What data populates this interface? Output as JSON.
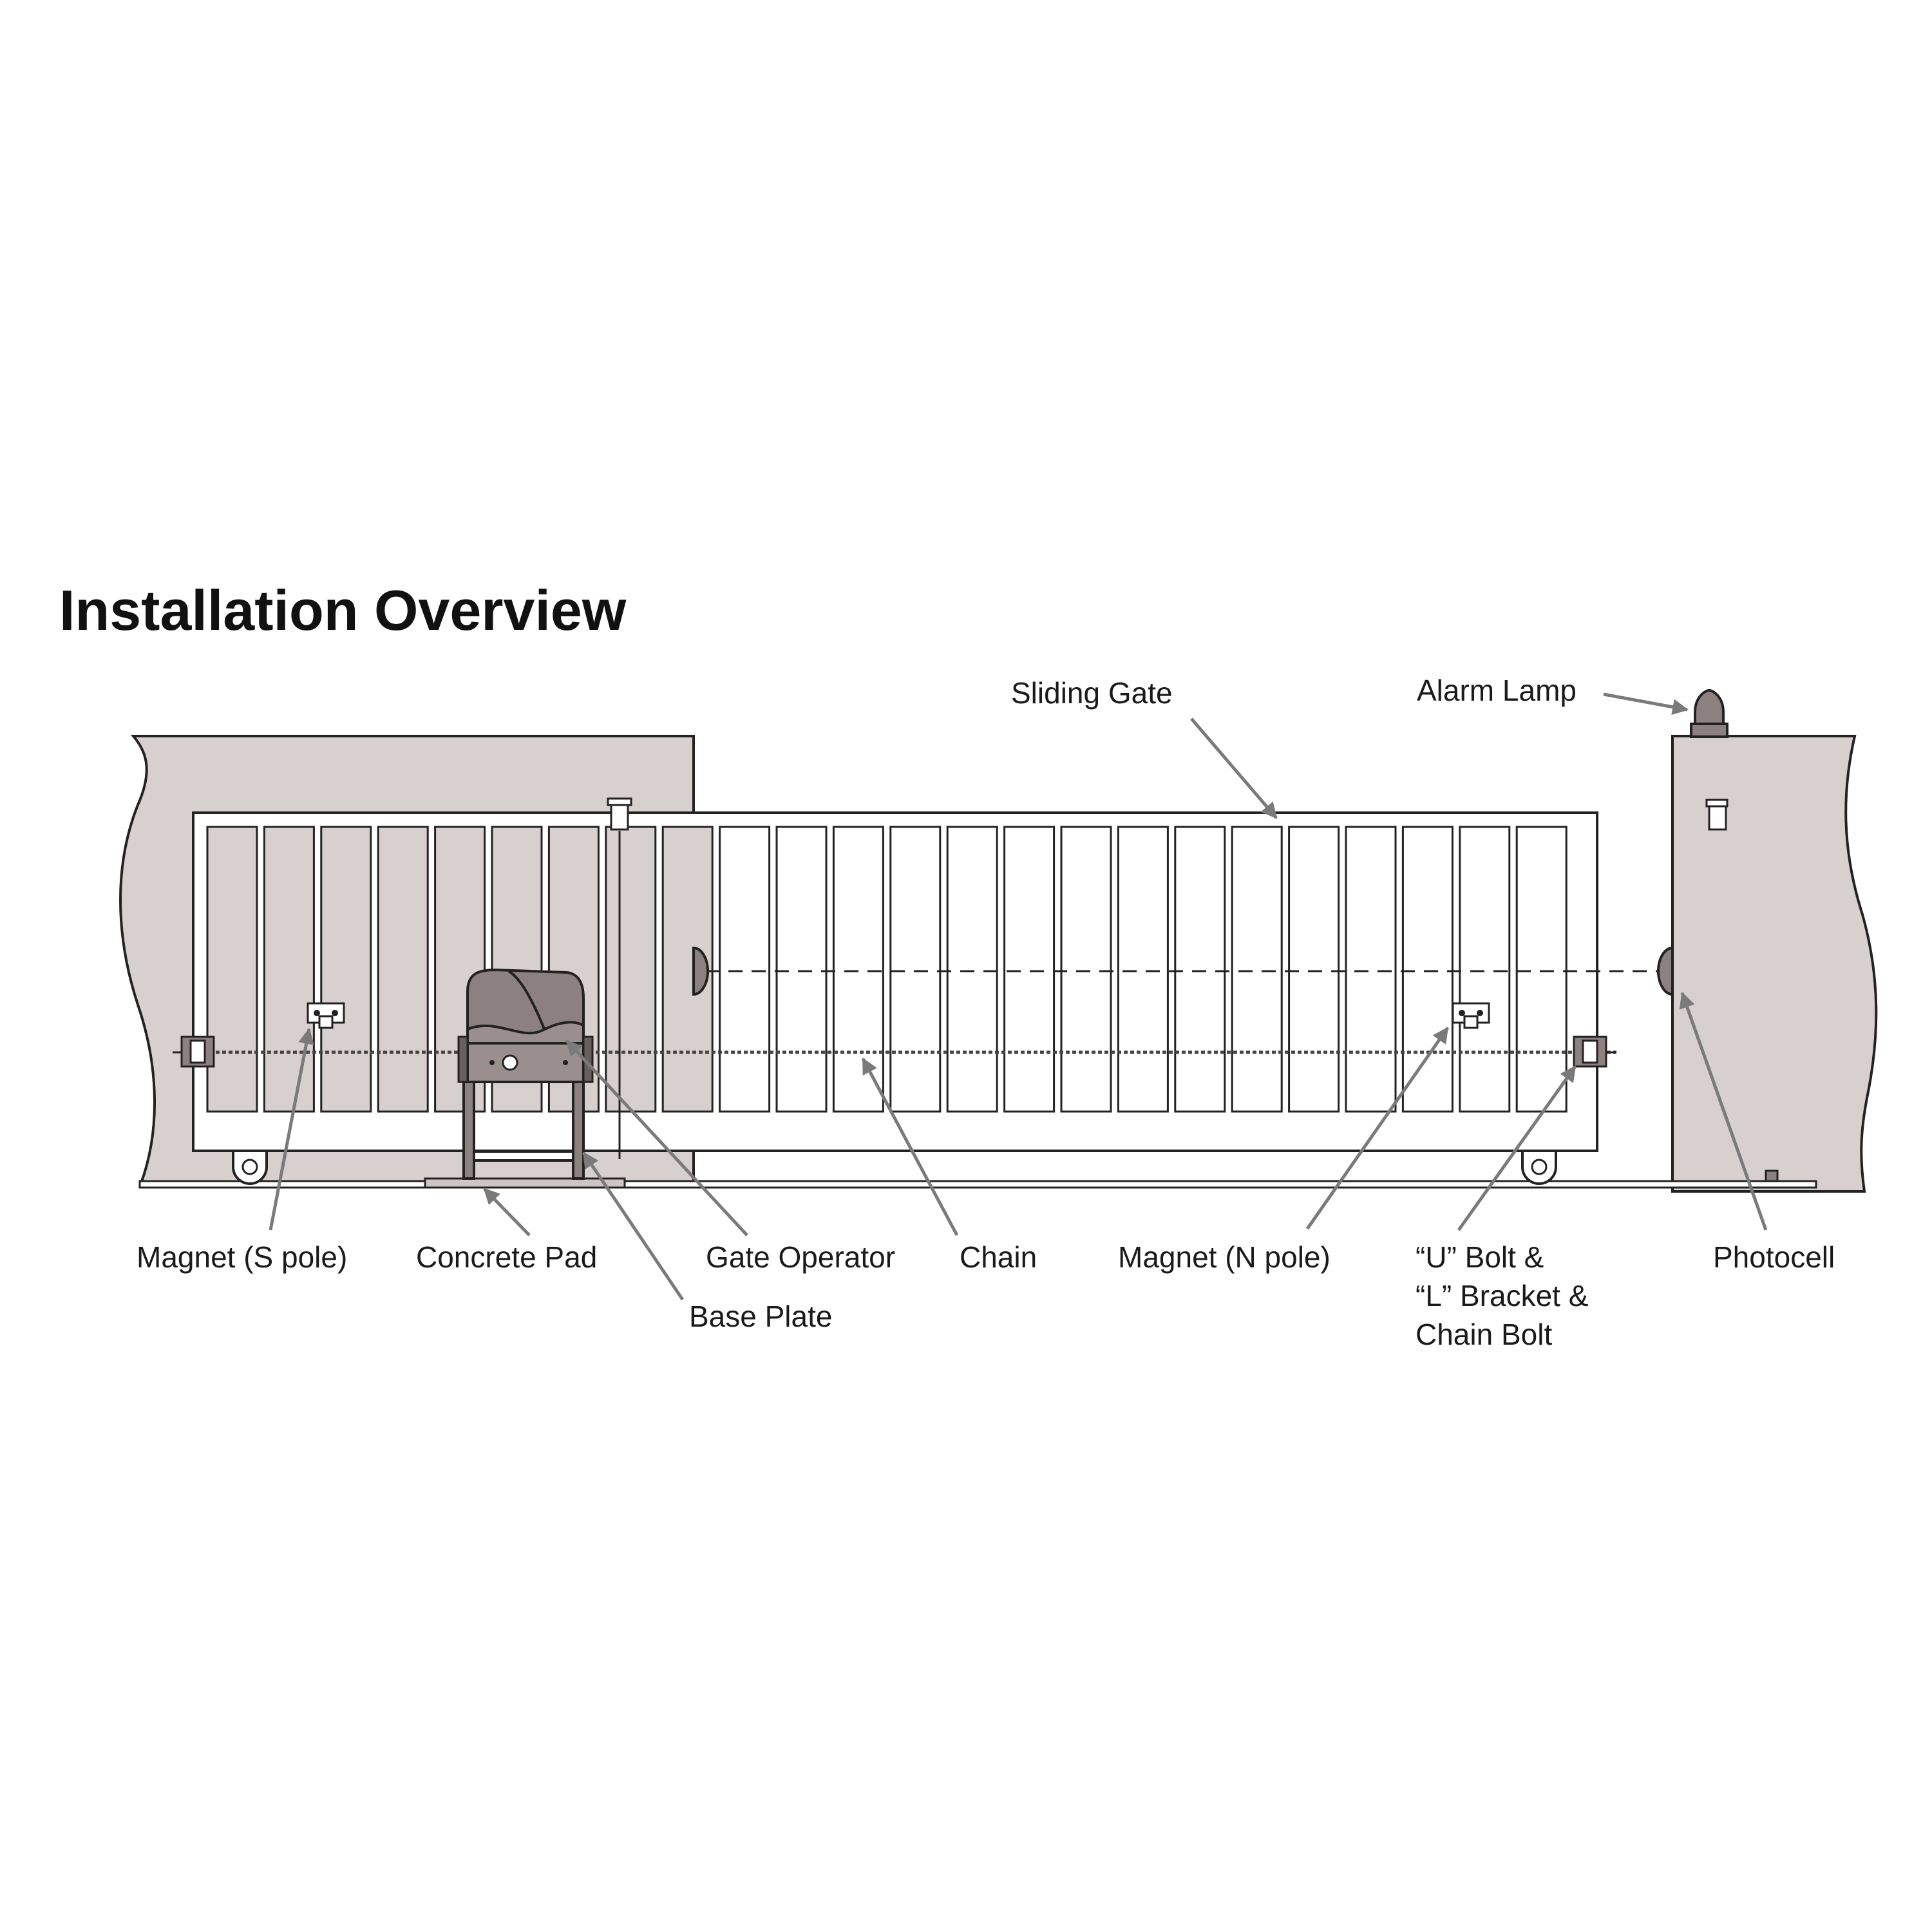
{
  "title": "Installation Overview",
  "colors": {
    "wall_fill": "#d8cfcf",
    "gate_fill": "#ffffff",
    "operator_fill": "#8c8080",
    "line": "#222222",
    "leader": "#7a7a7a"
  },
  "labels": {
    "sliding_gate": "Sliding Gate",
    "alarm_lamp": "Alarm Lamp",
    "magnet_s": "Magnet (S pole)",
    "concrete_pad": "Concrete Pad",
    "gate_operator": "Gate Operator",
    "chain": "Chain",
    "magnet_n": "Magnet (N pole)",
    "u_bolt_line1": "“U” Bolt &",
    "u_bolt_line2": "“L” Bracket &",
    "u_bolt_line3": "Chain Bolt",
    "photocell": "Photocell",
    "base_plate": "Base Plate"
  }
}
